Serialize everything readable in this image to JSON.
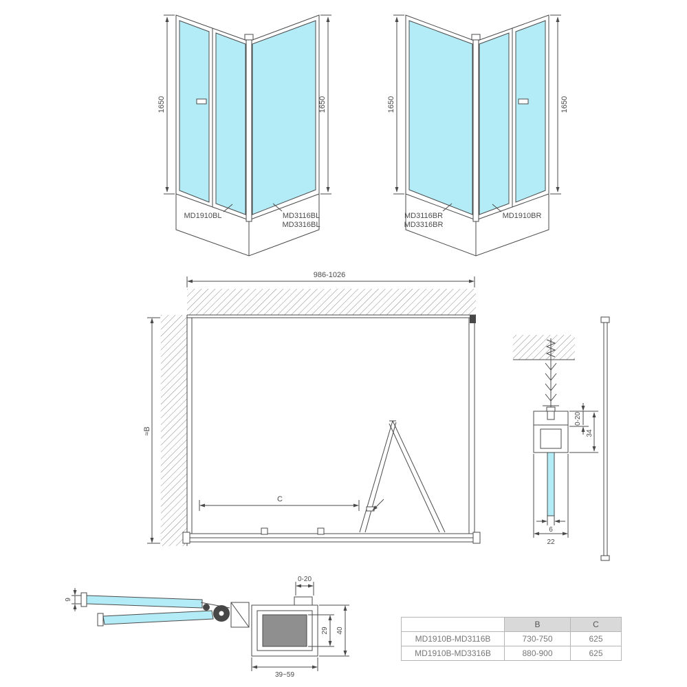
{
  "colors": {
    "glass": "#b3ecf7",
    "line": "#4a4a4a",
    "table_header_bg": "#d9d9d9",
    "table_border": "#b5b5b5"
  },
  "views": {
    "corner_left": {
      "dim_height_left": "1650",
      "dim_height_right": "1650",
      "label_door": "MD1910BL",
      "label_panel_a": "MD3116BL",
      "label_panel_b": "MD3316BL"
    },
    "corner_right": {
      "dim_height_left": "1650",
      "dim_height_right": "1650",
      "label_panel_a": "MD3116BR",
      "label_panel_b": "MD3316BR",
      "label_door": "MD1910BR"
    },
    "elevation": {
      "dim_width": "986-1026",
      "dim_height": "≈B",
      "dim_side_panel": "C"
    },
    "top_profile_detail": {
      "dim_adjust": "0-20",
      "dim_profile_height": "34",
      "dim_glass_thickness": "6",
      "dim_profile_width": "22"
    },
    "hinge_detail": {
      "dim_glass_profile": "9",
      "dim_adjust": "0-20",
      "dim_inner_height": "29",
      "dim_outer_height": "40",
      "dim_adjust_range": "39~59"
    }
  },
  "size_table": {
    "headers": {
      "model": "",
      "b": "B",
      "c": "C"
    },
    "rows": [
      {
        "model": "MD1910B-MD3116B",
        "b": "730-750",
        "c": "625"
      },
      {
        "model": "MD1910B-MD3316B",
        "b": "880-900",
        "c": "625"
      }
    ]
  }
}
